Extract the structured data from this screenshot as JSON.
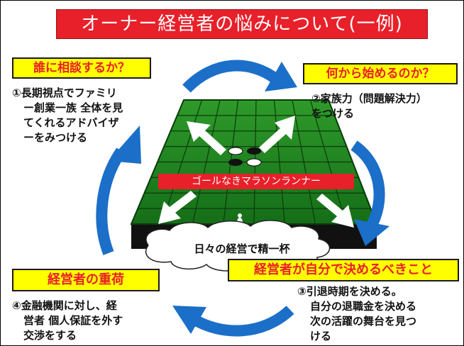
{
  "title": "オーナー経営者の悩みについて(一例)",
  "labels": {
    "top_left": "誰に相談するか？",
    "top_right": "何から始めるのか？",
    "bottom_left": "経営者の重荷",
    "bottom_right": "経営者が自分で決めるべきこと"
  },
  "text": {
    "top_left": [
      "①長期視点でファミリ",
      "ー創業一族 全体を見",
      "てくれるアドバイザ",
      "ーをみつける"
    ],
    "top_right": [
      "②家族力（問題解決力）",
      "をつける"
    ],
    "bottom_left": [
      "④金融機関に対し、経",
      "営者 個人保証を外す",
      "交渉をする"
    ],
    "bottom_right": [
      "③引退時期を決める。",
      "自分の退職金を決める",
      "次の活躍の舞台を見つ",
      "ける"
    ]
  },
  "center_label": "ゴールなきマラソンランナー",
  "cloud_text": "日々の経営で精一杯",
  "colors": {
    "accent_red": "#e8202a",
    "label_yellow": "#ffff00",
    "arrow_blue": "#1b6fc8",
    "board_green": "#1f8a22"
  }
}
